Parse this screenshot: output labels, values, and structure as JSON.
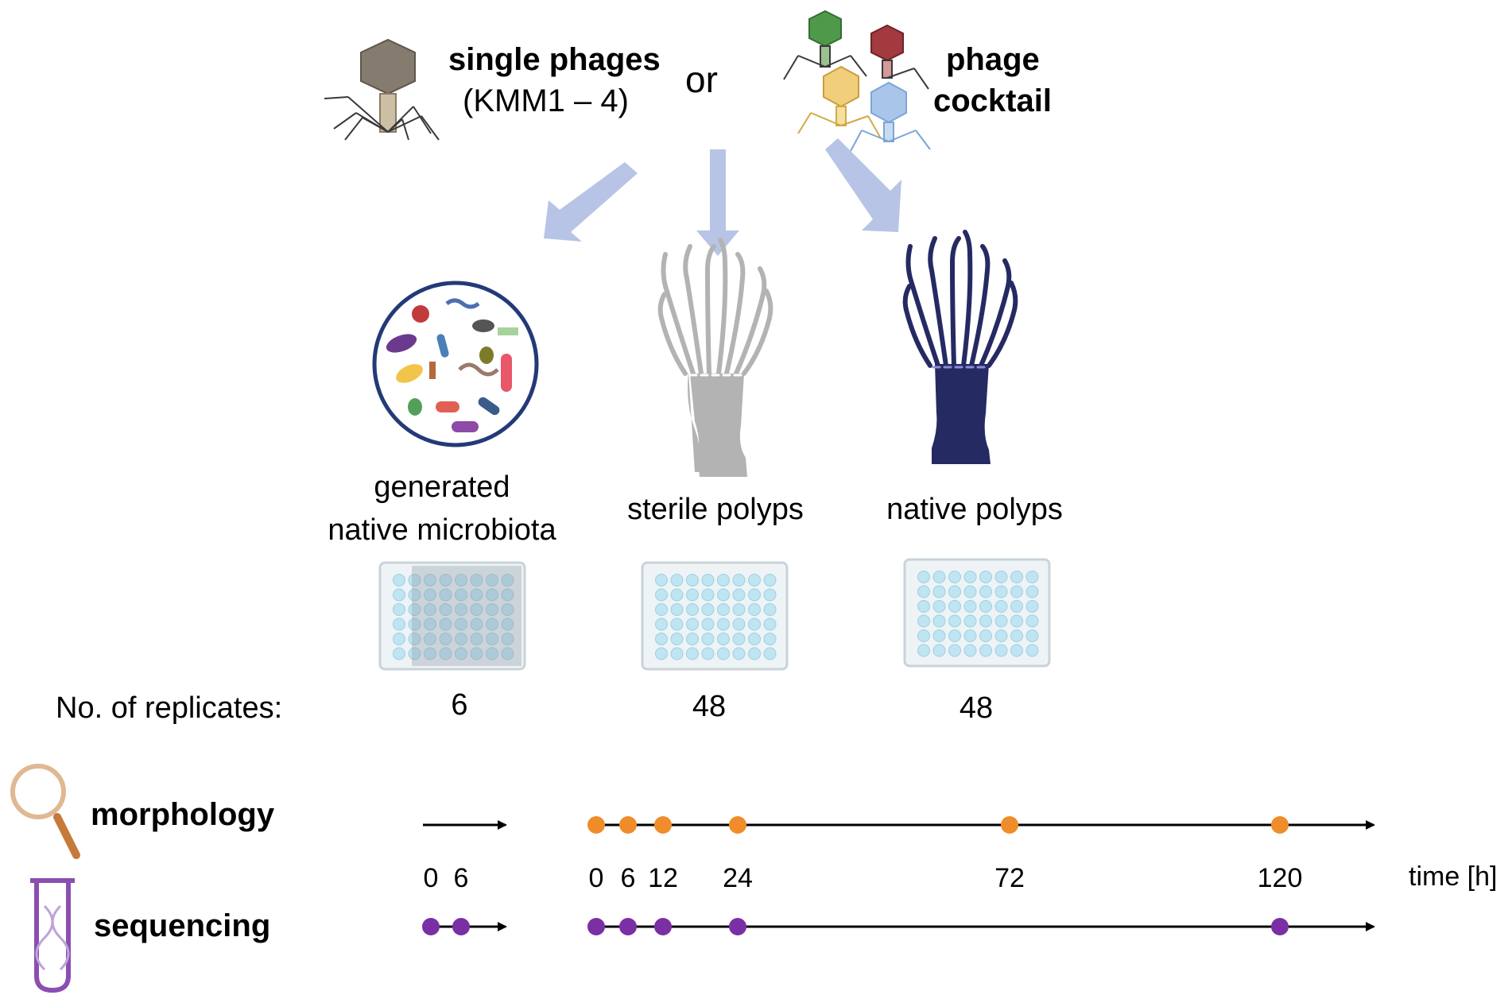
{
  "top": {
    "single_phages_title": "single phages",
    "single_phages_subtitle": "(KMM1 – 4)",
    "or_label": "or",
    "cocktail_line1": "phage",
    "cocktail_line2": "cocktail"
  },
  "targets": {
    "microbiota_line1": "generated",
    "microbiota_line2": "native microbiota",
    "sterile": "sterile polyps",
    "native": "native polyps"
  },
  "replicates": {
    "label": "No. of replicates:",
    "microbiota": "6",
    "sterile": "48",
    "native": "48"
  },
  "timeline": {
    "morphology_label": "morphology",
    "sequencing_label": "sequencing",
    "time_unit_label": "time [h]",
    "pre_ticks": [
      "0",
      "6"
    ],
    "main_ticks": [
      "0",
      "6",
      "12",
      "24",
      "72",
      "120"
    ],
    "morphology_points_pre": [],
    "morphology_points_main": [
      0,
      6,
      12,
      24,
      72,
      120
    ],
    "sequencing_points_pre": [
      0,
      6
    ],
    "sequencing_points_main": [
      0,
      6,
      12,
      24,
      120
    ],
    "colors": {
      "morphology": "#f08c2a",
      "sequencing": "#7a2fa5",
      "arrow": "#b7c4e6",
      "sterile_polyp": "#b3b3b3",
      "native_polyp": "#262a63",
      "plate_well": "#bfe4f2"
    }
  }
}
